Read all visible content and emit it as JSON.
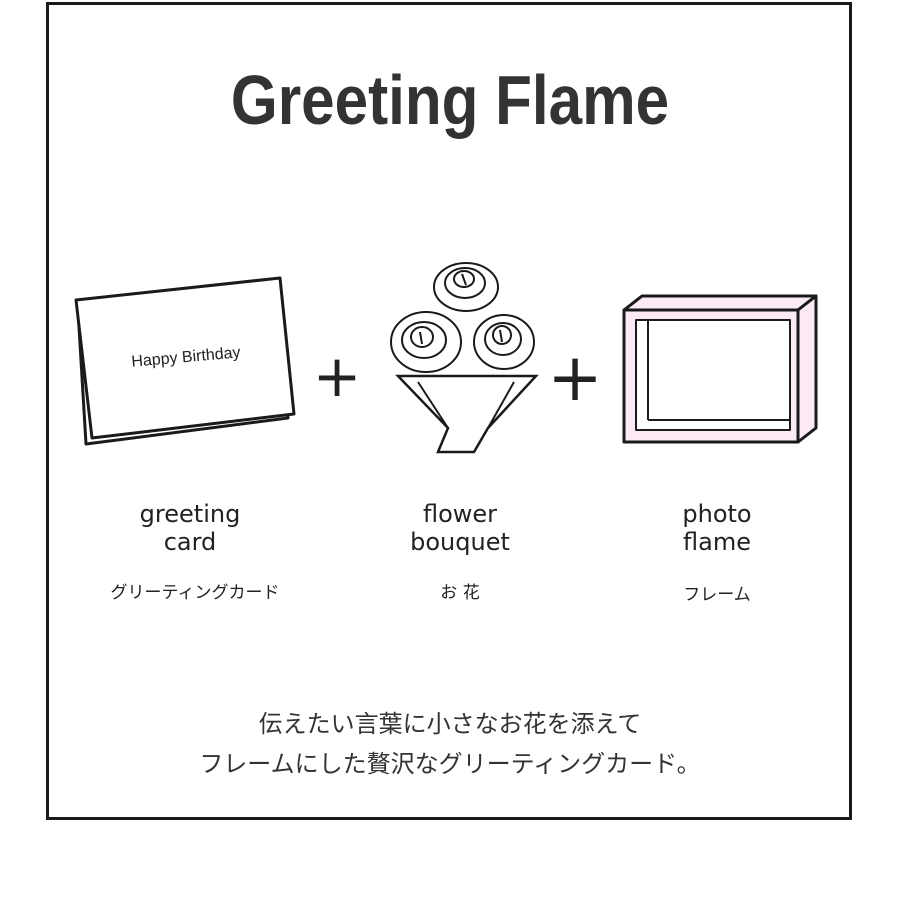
{
  "title": "Greeting Flame",
  "card_text": "Happy Birthday",
  "plus_sign": "+",
  "items": [
    {
      "name_line1": "greeting",
      "name_line2": "card",
      "jp": "グリーティングカード"
    },
    {
      "name_line1": "flower",
      "name_line2": "bouquet",
      "jp": "お 花"
    },
    {
      "name_line1": "photo",
      "name_line2": "flame",
      "jp": "フレーム"
    }
  ],
  "description": {
    "line1": "伝えたい言葉に小さなお花を添えて",
    "line2": "フレームにした贅沢なグリーティングカード。"
  },
  "colors": {
    "frame_fill": "#fbe9f6",
    "stroke": "#1a1a1a"
  },
  "icons": [
    "greeting-card-icon",
    "flower-bouquet-icon",
    "photo-frame-icon",
    "plus-icon"
  ]
}
